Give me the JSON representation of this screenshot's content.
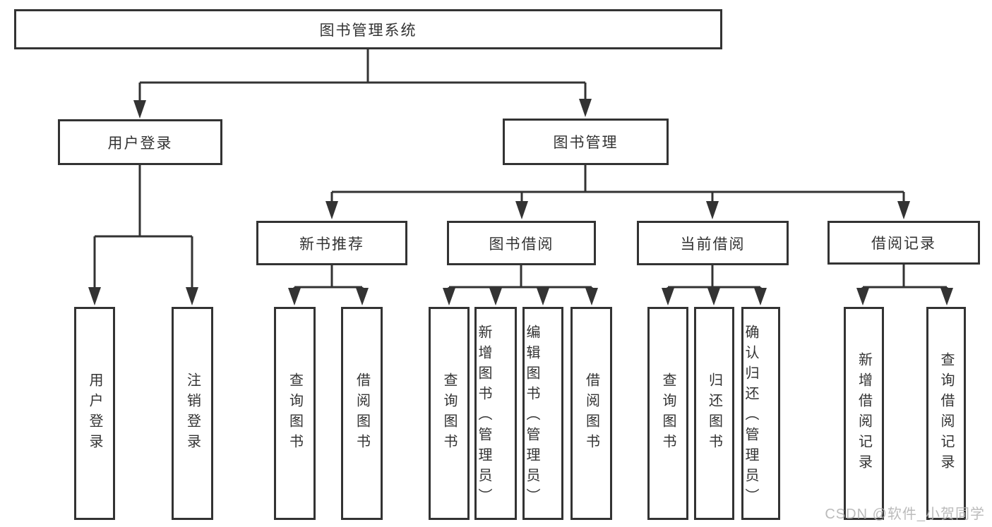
{
  "colors": {
    "line": "#333333",
    "text": "#333333",
    "background": "#ffffff",
    "watermark": "#b4b4b4"
  },
  "tree": {
    "root": {
      "label": "图书管理系统"
    },
    "branches": [
      {
        "label": "用户登录",
        "children": [
          "用户登录",
          "注销登录"
        ]
      },
      {
        "label": "图书管理",
        "groups": [
          {
            "label": "新书推荐",
            "children": [
              "查询图书",
              "借阅图书"
            ]
          },
          {
            "label": "图书借阅",
            "children": [
              "查询图书",
              "新增图书（管理员）",
              "编辑图书（管理员）",
              "借阅图书"
            ]
          },
          {
            "label": "当前借阅",
            "children": [
              "查询图书",
              "归还图书",
              "确认归还（管理员）"
            ]
          },
          {
            "label": "借阅记录",
            "children": [
              "新增借阅记录",
              "查询借阅记录"
            ]
          }
        ]
      }
    ]
  },
  "watermark": {
    "text": "CSDN @软件_小贺同学"
  }
}
